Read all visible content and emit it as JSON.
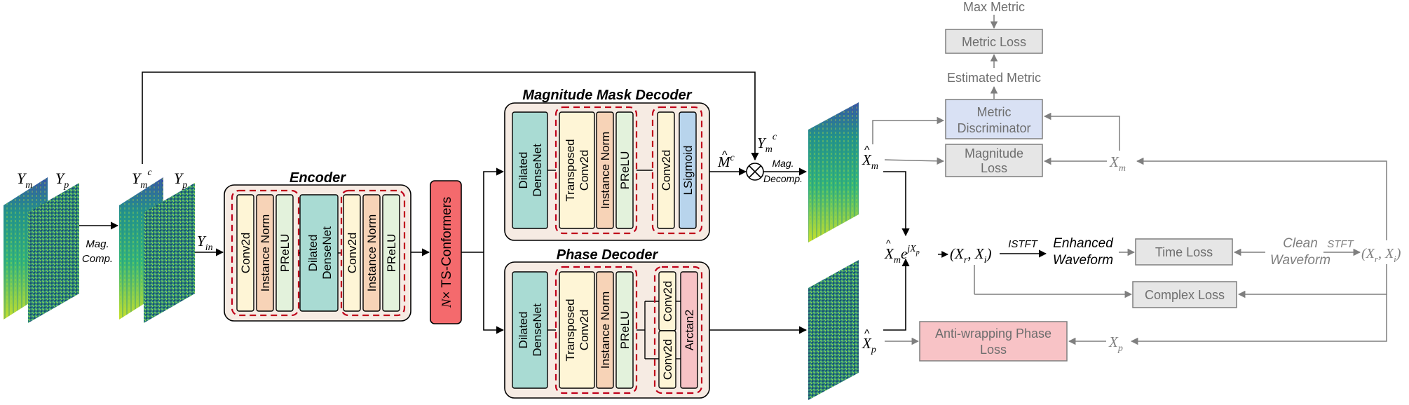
{
  "colors": {
    "container_fill": "#f6ebe3",
    "conv_fill": "#fef5d6",
    "norm_fill": "#f7d3b7",
    "prelu_fill": "#e3f2dc",
    "densenet_fill": "#a9dbd3",
    "sigmoid_fill": "#b8d4ec",
    "arctan_fill": "#f7c2c5",
    "conformer_fill": "#f46a6d",
    "dash_red": "#c0001a",
    "disc_fill": "#d9e1f4",
    "loss_fill": "#e6e6e6",
    "phase_loss_fill": "#f8c3c6",
    "gray_line": "#808080"
  },
  "inputs": {
    "ym": "Y",
    "ym_sub": "m",
    "yp": "Y",
    "yp_sub": "p",
    "ym_c": "Y",
    "ym_c_sub": "m",
    "ym_c_sup": "c",
    "mag_comp_1": "Mag.",
    "mag_comp_2": "Comp.",
    "yin": "Y",
    "yin_sub": "in"
  },
  "encoder": {
    "title": "Encoder",
    "conv2d_a": "Conv2d",
    "instnorm_a": "Instance Norm",
    "prelu_a": "PReLU",
    "densenet_1": "Dilated",
    "densenet_2": "DenseNet",
    "conv2d_b": "Conv2d",
    "instnorm_b": "Instance Norm",
    "prelu_b": "PReLU"
  },
  "conformer": {
    "n": "N",
    "label": "× TS-Conformers"
  },
  "mag_decoder": {
    "title": "Magnitude Mask Decoder",
    "densenet_1": "Dilated",
    "densenet_2": "DenseNet",
    "tconv_1": "Transposed",
    "tconv_2": "Conv2d",
    "instnorm": "Instance Norm",
    "prelu": "PReLU",
    "conv2d": "Conv2d",
    "sigmoid": "LSigmoid"
  },
  "phase_decoder": {
    "title": "Phase Decoder",
    "densenet_1": "Dilated",
    "densenet_2": "DenseNet",
    "tconv_1": "Transposed",
    "tconv_2": "Conv2d",
    "instnorm": "Instance Norm",
    "prelu": "PReLU",
    "conv2d_top": "Conv2d",
    "conv2d_bottom": "Conv2d",
    "arctan": "Arctan2"
  },
  "middle": {
    "mask": "M",
    "mask_sup": "c",
    "ym_c": "Y",
    "ym_c_sub": "m",
    "ym_c_sup": "c",
    "decomp_1": "Mag.",
    "decomp_2": "Decomp.",
    "xm_hat": "X",
    "xm_hat_sub": "m",
    "xp_hat": "X",
    "xp_hat_sub": "p"
  },
  "reconstruction": {
    "polar": "X",
    "polar_sub": "m",
    "polar_e": "e",
    "polar_exp": "jX",
    "polar_exp_sub": "p",
    "complex": "(X",
    "complex_r": "r",
    "complex_mid": ", X",
    "complex_i": "i",
    "complex_end": ")",
    "istft": "ISTFT",
    "enhanced_1": "Enhanced",
    "enhanced_2": "Waveform",
    "clean_1": "Clean",
    "clean_2": "Waveform",
    "stft": "STFT",
    "target_complex": "(X",
    "target_r": "r",
    "target_mid": ", X",
    "target_i": "i",
    "target_end": ")"
  },
  "losses": {
    "max_metric": "Max Metric",
    "metric_loss": "Metric Loss",
    "estimated_metric": "Estimated Metric",
    "disc_1": "Metric",
    "disc_2": "Discriminator",
    "mag_loss_1": "Magnitude",
    "mag_loss_2": "Loss",
    "xm_target": "X",
    "xm_target_sub": "m",
    "time_loss": "Time Loss",
    "complex_loss": "Complex Loss",
    "phase_loss_1": "Anti-wrapping Phase",
    "phase_loss_2": "Loss",
    "xp_target": "X",
    "xp_target_sub": "p"
  }
}
